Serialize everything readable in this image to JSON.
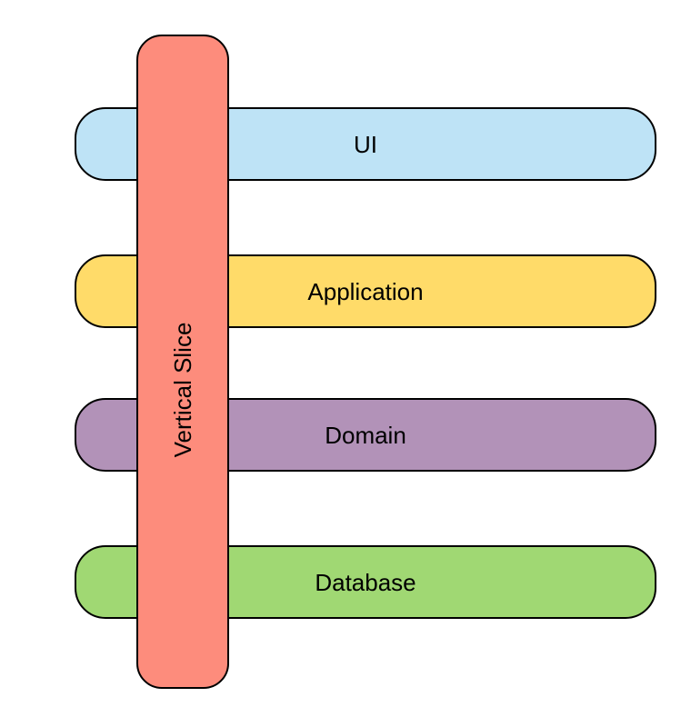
{
  "diagram": {
    "background": "#ffffff",
    "stroke_color": "#000000",
    "text_color": "#000000",
    "layers": [
      {
        "label": "UI",
        "fill": "#bee3f6"
      },
      {
        "label": "Application",
        "fill": "#ffdb69"
      },
      {
        "label": "Domain",
        "fill": "#b292b8"
      },
      {
        "label": "Database",
        "fill": "#a0d873"
      }
    ],
    "slice": {
      "label": "Vertical Slice",
      "fill": "#fd8c7c"
    }
  }
}
